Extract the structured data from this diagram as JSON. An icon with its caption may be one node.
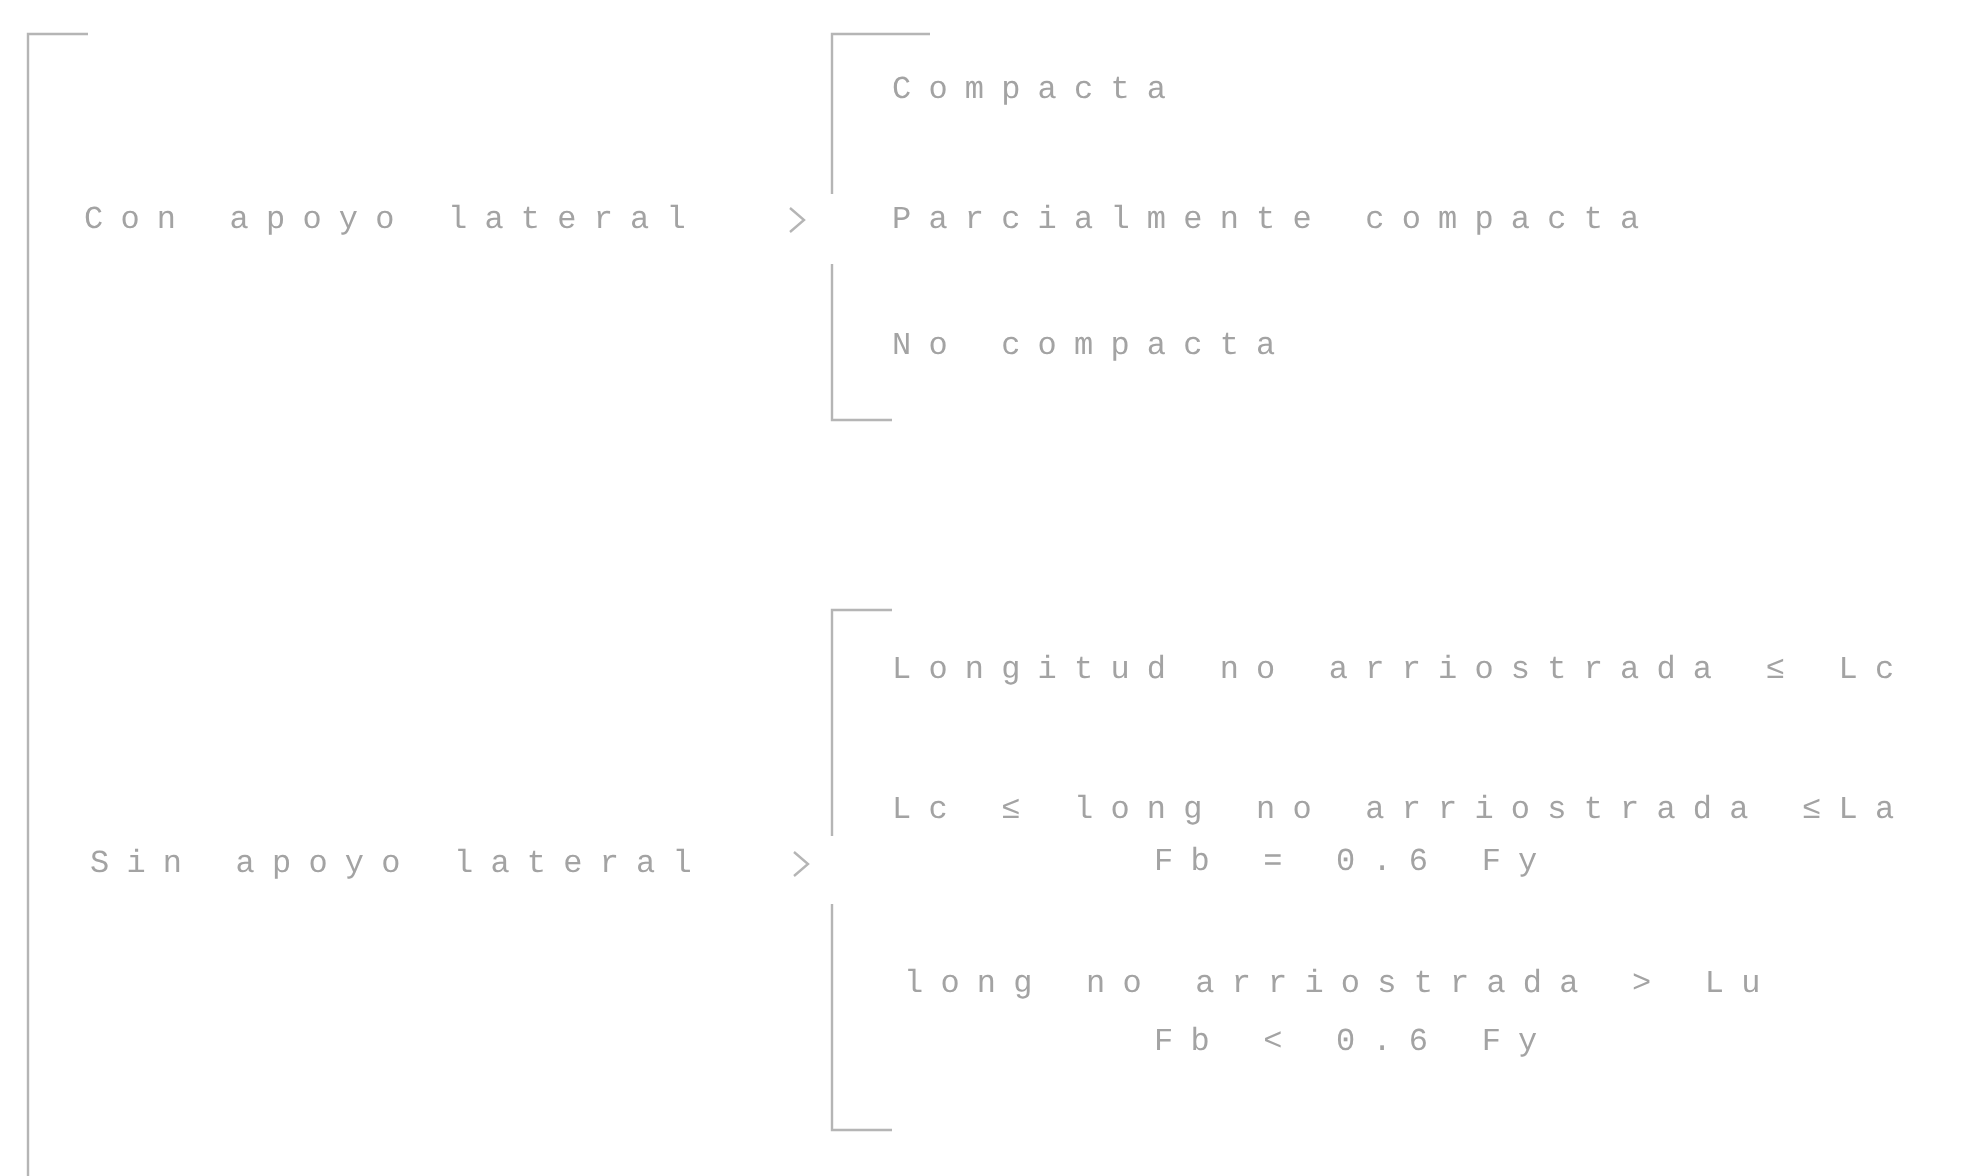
{
  "diagram": {
    "labels": [
      "Compacta",
      "Con apoyo lateral",
      "Parcialmente compacta",
      "No compacta",
      "Longitud no arriostrada ≤ Lc",
      "Lc ≤ long no arriostrada ≤La",
      "Sin apoyo lateral",
      "Fb = 0.6 Fy",
      "long no arriostrada > Lu",
      "Fb < 0.6 Fy"
    ]
  }
}
